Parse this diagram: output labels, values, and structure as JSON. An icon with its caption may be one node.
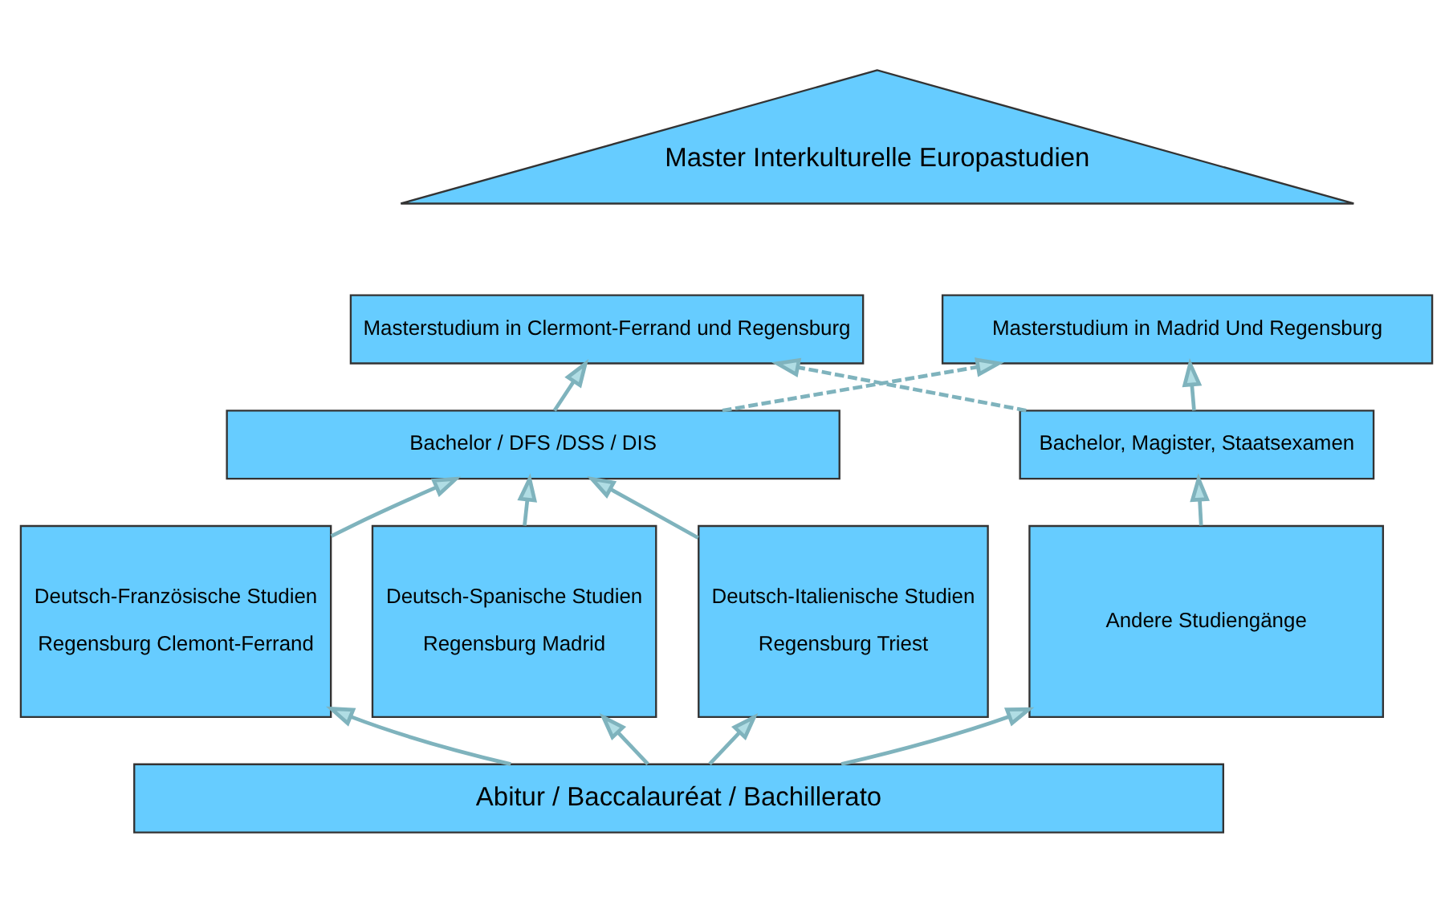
{
  "diagram": {
    "nodes": [
      {
        "text": [
          "Master Interkulturelle Europastudien"
        ]
      },
      {
        "text": [
          "Masterstudium in Clermont-Ferrand und Regensburg"
        ]
      },
      {
        "text": [
          "Masterstudium in Madrid Und Regensburg"
        ]
      },
      {
        "text": [
          "Bachelor / DFS /DSS / DIS"
        ]
      },
      {
        "text": [
          "Bachelor, Magister, Staatsexamen"
        ]
      },
      {
        "text": [
          "Deutsch-Französische Studien",
          "Regensburg Clemont-Ferrand"
        ]
      },
      {
        "text": [
          "Deutsch-Spanische Studien",
          "Regensburg Madrid"
        ]
      },
      {
        "text": [
          "Deutsch-Italienische Studien",
          "Regensburg Triest"
        ]
      },
      {
        "text": [
          "Andere Studiengänge"
        ]
      },
      {
        "text": [
          "Abitur / Baccalauréat / Bachillerato"
        ]
      }
    ],
    "edges": [
      {
        "from": 9,
        "to": 5,
        "arrow": "to"
      },
      {
        "from": 9,
        "to": 6,
        "arrow": "to"
      },
      {
        "from": 9,
        "to": 7,
        "arrow": "to"
      },
      {
        "from": 9,
        "to": 8,
        "arrow": "to"
      },
      {
        "from": 5,
        "to": 3,
        "arrow": "to"
      },
      {
        "from": 6,
        "to": 3,
        "arrow": "to"
      },
      {
        "from": 7,
        "to": 3,
        "arrow": "to"
      },
      {
        "from": 8,
        "to": 4,
        "arrow": "to"
      },
      {
        "from": 3,
        "to": 1,
        "arrow": "to"
      },
      {
        "from": 4,
        "to": 2,
        "arrow": "to"
      },
      {
        "from": 3,
        "to": 2,
        "arrow": "to",
        "style": "dashed"
      },
      {
        "from": 4,
        "to": 1,
        "arrow": "to",
        "style": "dashed"
      }
    ]
  }
}
